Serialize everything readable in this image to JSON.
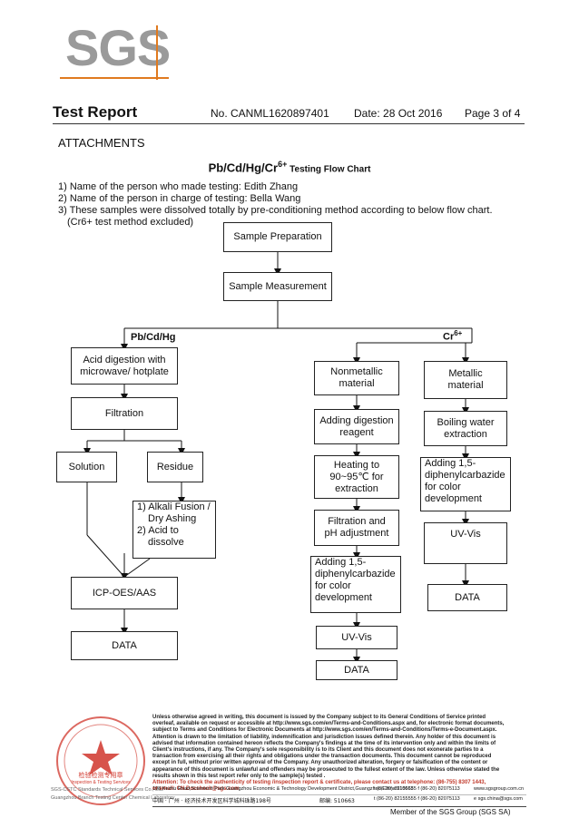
{
  "logo": {
    "text": "SGS"
  },
  "header": {
    "title": "Test Report",
    "report_no": "No. CANML1620897401",
    "date": "Date: 28 Oct 2016",
    "page": "Page 3 of 4"
  },
  "attachments_label": "ATTACHMENTS",
  "flow_title": {
    "main": "Pb/Cd/Hg/Cr",
    "sup": "6+",
    "rest": " Testing Flow Chart"
  },
  "intro": [
    "1) Name of the person who made testing: Edith Zhang",
    "2) Name of the person in charge of testing: Bella Wang",
    "3) These samples were dissolved totally by pre-conditioning method according to below flow chart.",
    "(Cr6+ test method excluded)"
  ],
  "flow": {
    "sample_prep": "Sample Preparation",
    "sample_meas": "Sample Measurement",
    "branch_left": "Pb/Cd/Hg",
    "branch_right_main": "Cr",
    "branch_right_sup": "6+",
    "acid_digestion_1": "Acid digestion with",
    "acid_digestion_2": "microwave/ hotplate",
    "filtration": "Filtration",
    "solution": "Solution",
    "residue": "Residue",
    "alkali_1": "1) Alkali Fusion /",
    "alkali_2": "Dry Ashing",
    "alkali_3": "2) Acid to",
    "alkali_4": "dissolve",
    "icp": "ICP-OES/AAS",
    "data_left": "DATA",
    "nonmetallic_1": "Nonmetallic",
    "nonmetallic_2": "material",
    "metallic_1": "Metallic",
    "metallic_2": "material",
    "adding_digestion_1": "Adding digestion",
    "adding_digestion_2": "reagent",
    "boiling_1": "Boiling water",
    "boiling_2": "extraction",
    "heating_1": "Heating to",
    "heating_2": "90~95℃  for",
    "heating_3": "extraction",
    "adding_dpc_r_1": "Adding 1,5-",
    "adding_dpc_r_2": "diphenylcarbazide",
    "adding_dpc_r_3": "for color",
    "adding_dpc_r_4": "development",
    "filtration_ph_1": "Filtration and",
    "filtration_ph_2": "pH adjustment",
    "uvvis_right": "UV-Vis",
    "adding_dpc_m_1": "Adding 1,5-",
    "adding_dpc_m_2": "diphenylcarbazide",
    "adding_dpc_m_3": "for color",
    "adding_dpc_m_4": "development",
    "data_right": "DATA",
    "uvvis_mid": "UV-Vis",
    "data_mid": "DATA"
  },
  "footer": {
    "disclaimer": [
      "Unless otherwise agreed in writing, this document is issued by the Company subject to its General Conditions of Service printed",
      "overleaf, available on request or accessible at http://www.sgs.com/en/Terms-and-Conditions.aspx and, for electronic format documents,",
      "subject to Terms and Conditions for Electronic Documents at http://www.sgs.com/en/Terms-and-Conditions/Terms-e-Document.aspx.",
      "Attention is drawn to the limitation of liability, indemnification and jurisdiction issues defined therein. Any holder of this document is",
      "advised that information contained hereon reflects the Company's findings at the time of its intervention only and within the limits of",
      "Client's instructions, if any. The Company's sole responsibility is to its Client and this document does not exonerate parties to a",
      "transaction from exercising all their rights and obligations under the transaction documents. This document cannot be reproduced",
      "except in full, without prior written approval of the Company. Any unauthorized alteration, forgery or falsification of the content or",
      "appearance of this document is unlawful and offenders may be prosecuted to the fullest extent of the law. Unless otherwise stated the",
      "results shown in this test report refer only to the sample(s) tested ."
    ],
    "attention_1": "Attention: To check the authenticity of testing /inspection report & certificate, please contact us at telephone: (86-755) 8307 1443,",
    "attention_2": "or email: CN.Doccheck@sgs.com",
    "address_en": "198 Kezhu Road,Scientech Park Guangzhou Economic & Technology Development District,Guangzhou,China  510663",
    "phone_en": "t (86-20) 82155555   f (86-20) 82075113",
    "web": "www.sgsgroup.com.cn",
    "address_cn": "中国 · 广州 · 经济技术开发区科学城科珠路198号",
    "phone_cn_label": "邮编: 510663",
    "phone_cn": "t (86-20) 82155555   f (86-20) 82075113",
    "email": "e  sgs.china@sgs.com",
    "lab_name_1": "SGS-CSTC Standards Technical Services Co., Ltd.",
    "lab_name_2": "Guangzhou Branch Testing Center Chemical Laboratory",
    "seal_text": "检验检测专用章",
    "seal_sub": "Inspection & Testing Services",
    "member": "Member of the SGS Group (SGS SA)"
  },
  "colors": {
    "logo_gray": "#9a9a9a",
    "logo_orange": "#e07a1f",
    "seal_red": "#d0352b",
    "link_red": "#c0392b"
  }
}
